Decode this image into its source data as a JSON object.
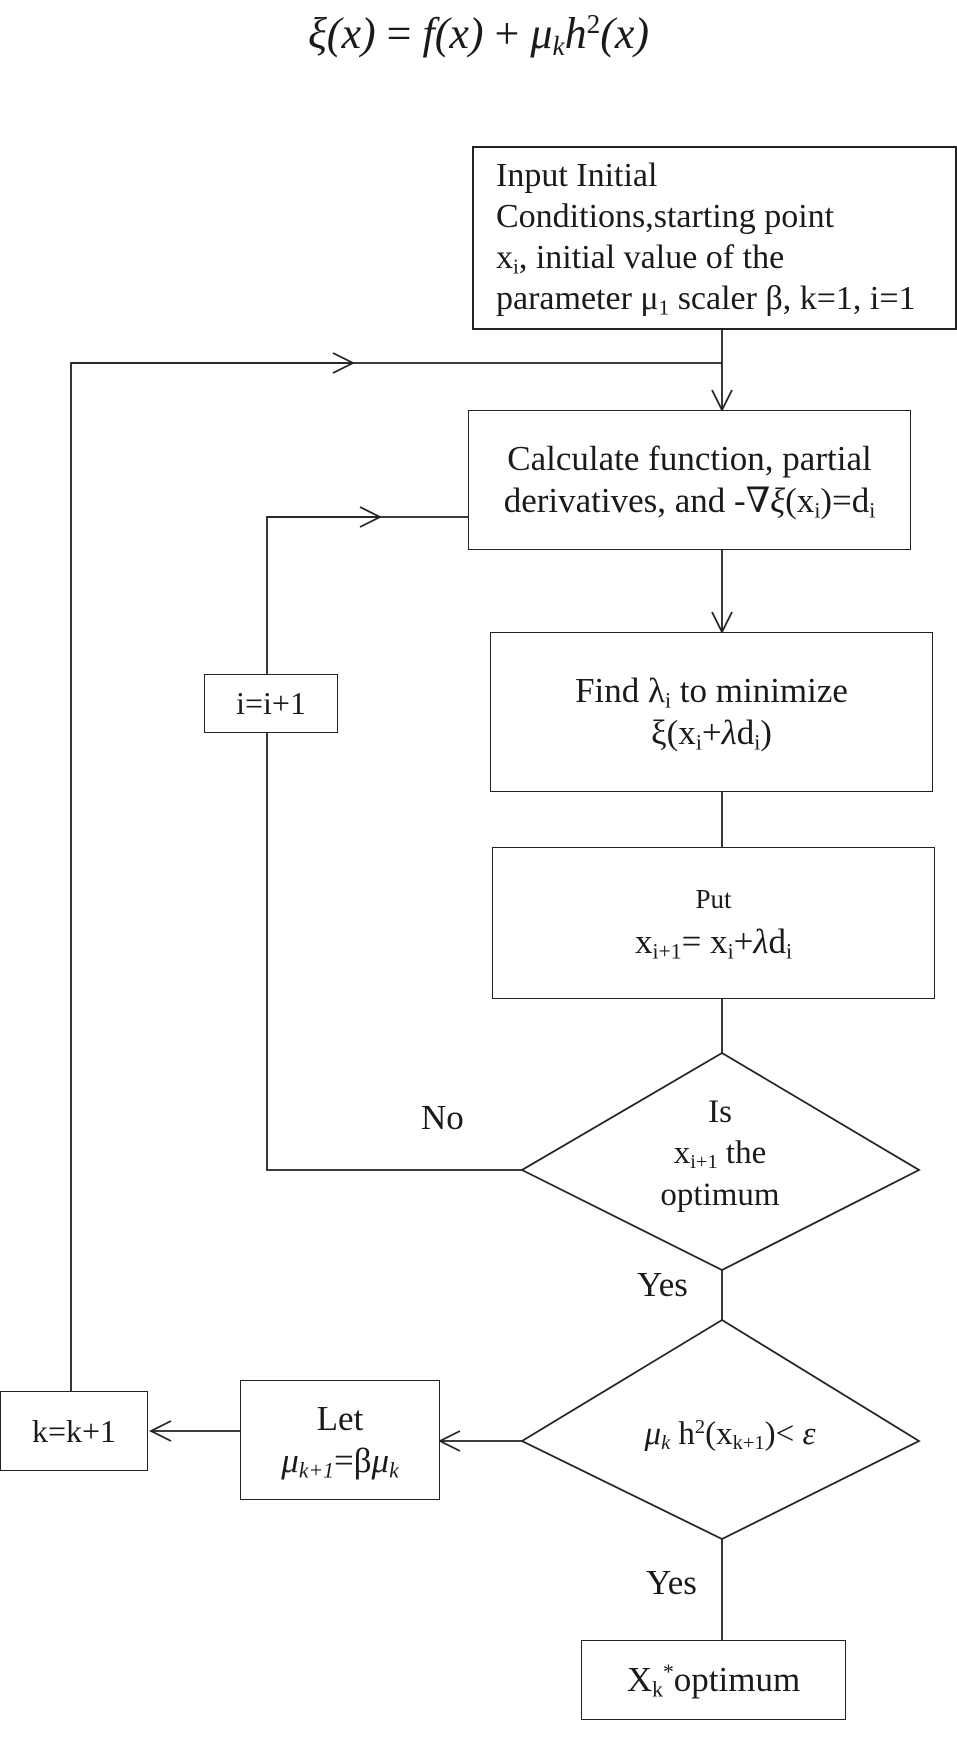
{
  "formula": {
    "lhs": "ξ(x)",
    "eq": " = ",
    "f": "f(x)",
    "plus": " + ",
    "mu": "μ",
    "k": "k",
    "h": "h",
    "two": "2",
    "x": "(x)"
  },
  "nodes": {
    "start": {
      "line1": "Input Initial",
      "line2": "Conditions,starting point",
      "x": "x",
      "i": "i",
      "line3_rest": ",  initial value of the",
      "line4_a": "parameter μ",
      "one": "1",
      "line4_b": " scaler β, k=1, i=1"
    },
    "calc": {
      "line1": "Calculate function, partial",
      "line2_a": "derivatives, and -",
      "nabla": "∇ξ",
      "line2_b": "(x",
      "i": "i",
      "line2_c": ")=d",
      "i2": "i"
    },
    "find": {
      "line1_a": "Find λ",
      "i": "i",
      "line1_b": " to minimize",
      "line2_a": "ξ(x",
      "i2": "i",
      "line2_b": "+",
      "lambda": "λ",
      "line2_c": "d",
      "i3": "i",
      "line2_d": ")"
    },
    "put": {
      "line1": "Put",
      "x": "x",
      "sub_ip1": "i+1",
      "eq": "= x",
      "i": "i",
      "plus": "+",
      "lambda": "λ",
      "d": "d",
      "i2": "i"
    },
    "increment_i": {
      "label": "i=i+1"
    },
    "decision_optimum": {
      "line1": "Is",
      "x": "x",
      "sub_ip1": "i+1",
      "line2_rest": " the",
      "line3": "optimum"
    },
    "decision_penalty": {
      "mu": "μ",
      "k": "k",
      "h": " h",
      "two": "2",
      "arg_a": "(x",
      "sub_kp1": "k+1",
      "arg_b": ")< ",
      "epsilon": "ε"
    },
    "update_mu": {
      "line1": "Let",
      "mu1": "μ",
      "sub_kp1": "k+1",
      "eq": "=β",
      "mu2": "μ",
      "k": "k"
    },
    "increment_k": {
      "label": "k=k+1"
    },
    "result": {
      "X": "X",
      "k": "k",
      "star": "*",
      "rest": "optimum"
    }
  },
  "labels": {
    "no": "No",
    "yes1": "Yes",
    "yes2": "Yes"
  }
}
